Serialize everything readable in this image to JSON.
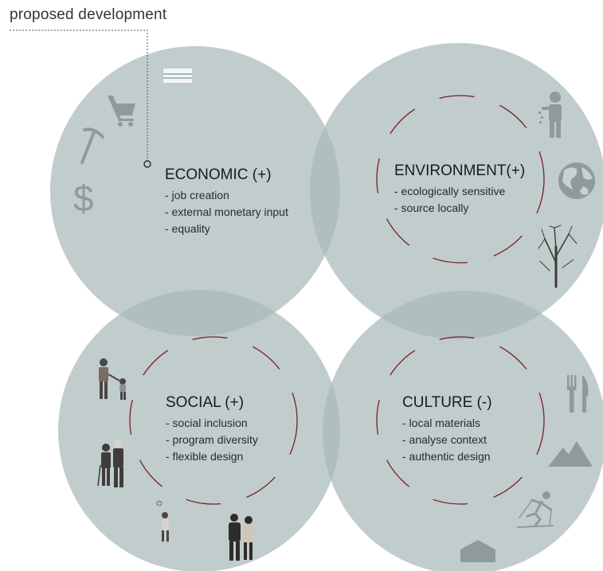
{
  "callout": {
    "label": "proposed development"
  },
  "colors": {
    "circle_fill": "#a9b8b9",
    "overlap_fill": "#8a9fa2",
    "dashed_ring": "#7a1f26",
    "icon": "#8e9a9b",
    "background": "#ffffff"
  },
  "economic": {
    "title": "ECONOMIC (+)",
    "items": [
      "- job creation",
      "- external monetary input",
      "- equality"
    ],
    "icons": [
      "money-icon",
      "shopping-cart-icon",
      "pickaxe-icon",
      "dollar-icon"
    ]
  },
  "environment": {
    "title": "ENVIRONMENT(+)",
    "items": [
      "- ecologically sensitive",
      "- source locally"
    ],
    "icons": [
      "litter-person-icon",
      "globe-icon",
      "tree-image"
    ]
  },
  "social": {
    "title": "SOCIAL (+)",
    "items": [
      "- social inclusion",
      "- program diversity",
      "- flexible design"
    ],
    "icons": [
      "parent-child-image",
      "elderly-couple-image",
      "child-ball-image",
      "couple-walking-image"
    ]
  },
  "culture": {
    "title": "CULTURE (-)",
    "items": [
      "- local materials",
      "- analyse context",
      "- authentic design"
    ],
    "icons": [
      "fork-knife-icon",
      "mountains-icon",
      "skier-icon",
      "house-icon"
    ]
  }
}
